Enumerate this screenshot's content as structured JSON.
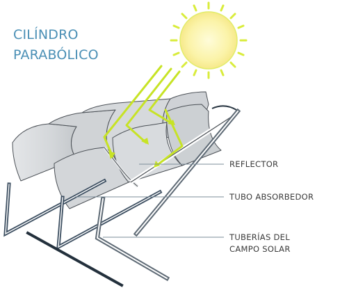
{
  "title": {
    "line1": "CILÍNDRO",
    "line2": "PARABÓLICO"
  },
  "labels": {
    "reflector": "REFLECTOR",
    "absorber": "TUBO ABSORBEDOR",
    "field_line1": "TUBERÍAS DEL",
    "field_line2": "CAMPO SOLAR"
  },
  "colors": {
    "title": "#4a8fb5",
    "sun_fill": "#fbf3a8",
    "sun_ray": "#d9ec3c",
    "light_ray": "#c7e325",
    "mirror": "#d6d9db",
    "pipe": "#3d4f61",
    "leader_line": "#7b8c99"
  }
}
